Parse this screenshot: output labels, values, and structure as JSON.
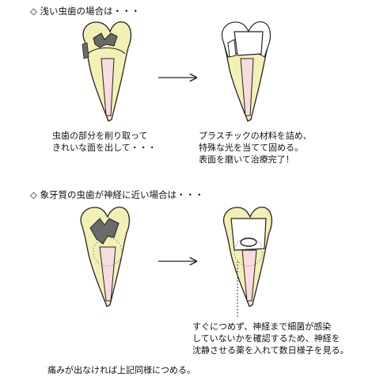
{
  "section1": {
    "heading": "◇ 浅い虫歯の場合は・・・",
    "before_caption": [
      "虫歯の部分を削り取って",
      "きれいな面を出して・・・"
    ],
    "after_caption": [
      "プラスチックの材料を詰め、",
      "特殊な光を当てて固める。",
      "表面を磨いて治療完了！"
    ]
  },
  "section2": {
    "heading": "◇ 象牙質の虫歯が神経に近い場合は・・・",
    "after_caption": [
      "すぐにつめず、神経まで細菌が感染",
      "していないかを確認するため、神経を",
      "沈静させる薬を入れて数日様子を見る。"
    ],
    "footer": "痛みが出なければ上記同様につめる。"
  },
  "colors": {
    "dentin": "#f3f0b6",
    "pulp": "#f8dcdf",
    "decay": "#6a6a6a",
    "filling": "#ffffff",
    "outline": "#222222"
  }
}
